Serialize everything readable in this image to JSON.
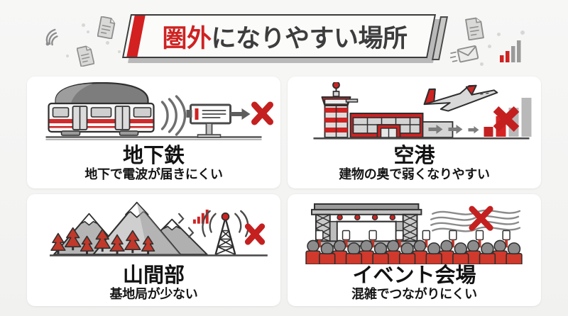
{
  "header": {
    "banner": {
      "keyword": "圏外",
      "rest": "になりやすい場所",
      "full_text": "圏外になりやすい場所",
      "keyword_color": "#cf2222",
      "rest_color": "#3d3d3d",
      "accent_bar_color": "#d32020",
      "tail_bar_color": "#c8c8c6"
    },
    "decorations": [
      {
        "name": "wifi-icon",
        "side": "left"
      },
      {
        "name": "document-icon",
        "side": "left"
      },
      {
        "name": "document-icon",
        "side": "left"
      },
      {
        "name": "document-icon",
        "side": "right"
      },
      {
        "name": "mail-icon",
        "side": "right"
      },
      {
        "name": "signal-bars-icon",
        "side": "right"
      }
    ]
  },
  "cards": [
    {
      "id": "subway",
      "title": "地下鉄",
      "subtitle": "地下で電波が届きにくい",
      "illustration": "subway-train-with-blocked-signal",
      "icons": [
        "train-icon",
        "signal-wave-icon",
        "sign-board-icon",
        "arrow-right-icon",
        "red-x-icon"
      ]
    },
    {
      "id": "airport",
      "title": "空港",
      "subtitle": "建物の奥で弱くなりやすい",
      "illustration": "airport-terminal-with-weak-signal-bars",
      "icons": [
        "control-tower-icon",
        "terminal-building-icon",
        "airplane-icon",
        "arrow-right-icon",
        "signal-bars-icon",
        "red-x-icon"
      ]
    },
    {
      "id": "mountain",
      "title": "山間部",
      "subtitle": "基地局が少ない",
      "illustration": "mountains-with-distant-antenna-tower",
      "icons": [
        "mountain-icon",
        "tree-icon",
        "signal-bars-icon",
        "antenna-tower-icon",
        "red-x-icon"
      ]
    },
    {
      "id": "event-venue",
      "title": "イベント会場",
      "subtitle": "混雑でつながりにくい",
      "illustration": "concert-stage-with-crowd-holding-phones",
      "icons": [
        "stage-icon",
        "crowd-icon",
        "phone-icon",
        "wave-lines-icon",
        "red-x-icon"
      ]
    }
  ],
  "theme": {
    "page_background": "#f4f4f3",
    "card_background": "#ffffff",
    "accent_red": "#cf2222",
    "ink": "#2f2f2f",
    "gray": "#9a9a9a"
  }
}
